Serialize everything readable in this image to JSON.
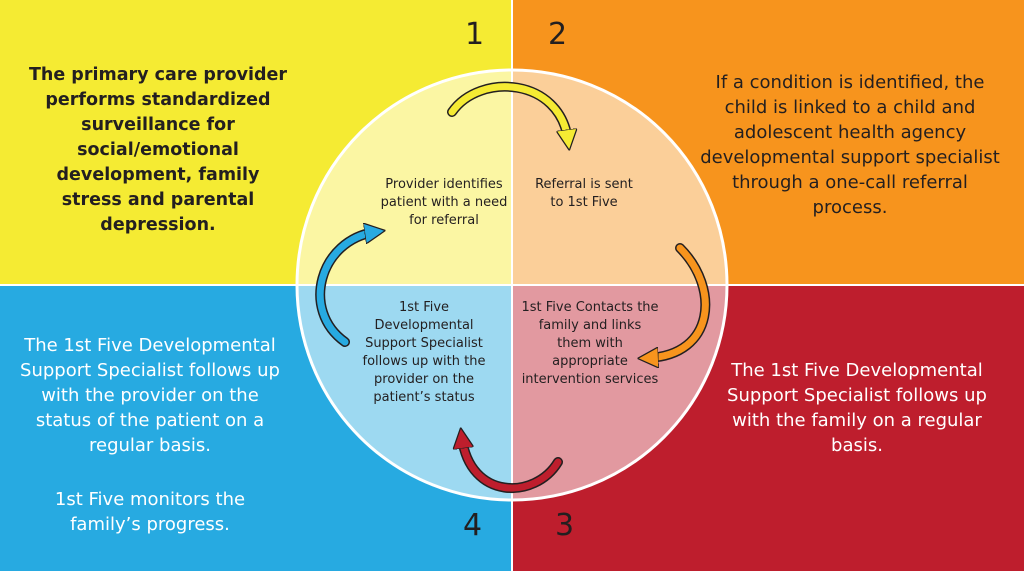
{
  "quadrants": [
    {
      "number": "1",
      "color": "#f5eb33",
      "description": "The primary care provider performs standardized surveillance for social/emotional development, family stress and parental depression.",
      "step": "Provider identifies patient with a need for referral"
    },
    {
      "number": "2",
      "color": "#f7941d",
      "description": "If a condition is identified, the child is linked to a child and adolescent health agency developmental support specialist through a one-call referral process.",
      "step": "Referral is sent to 1st Five"
    },
    {
      "number": "3",
      "color": "#be1e2d",
      "description": "The 1st Five Developmental Support Specialist follows up with the family on a regular basis.",
      "step": "1st Five Contacts the family and links them with appropriate intervention services"
    },
    {
      "number": "4",
      "color": "#27aae1",
      "description": "The 1st Five Developmental Support Specialist follows up with the provider on the status of the patient on a regular basis.",
      "description_2": "1st Five monitors the family’s progress.",
      "step": "1st Five Developmental Support Specialist follows up with the provider on the patient’s status"
    }
  ],
  "arrow_colors": {
    "yellow": "#f5eb33",
    "orange": "#f7941d",
    "red": "#be1e2d",
    "blue": "#27aae1"
  }
}
